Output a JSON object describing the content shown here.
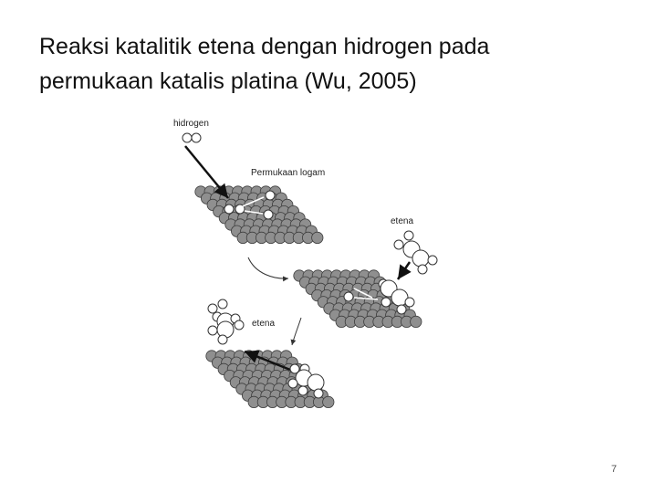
{
  "slide": {
    "title_line1": "Reaksi katalitik etena dengan hidrogen pada",
    "title_line2": "permukaan katalis platina (Wu, 2005)",
    "page_number": "7"
  },
  "diagram": {
    "labels": {
      "hydrogen": "hidrogen",
      "metal_surface": "Permukaan logam",
      "ethene_in": "etena",
      "ethene_out": "etena"
    },
    "colors": {
      "metal_atom": "#8f8f8f",
      "metal_atom_edge": "#3c3c3c",
      "molecule_atom": "#ffffff",
      "arrow": "#111111"
    }
  }
}
